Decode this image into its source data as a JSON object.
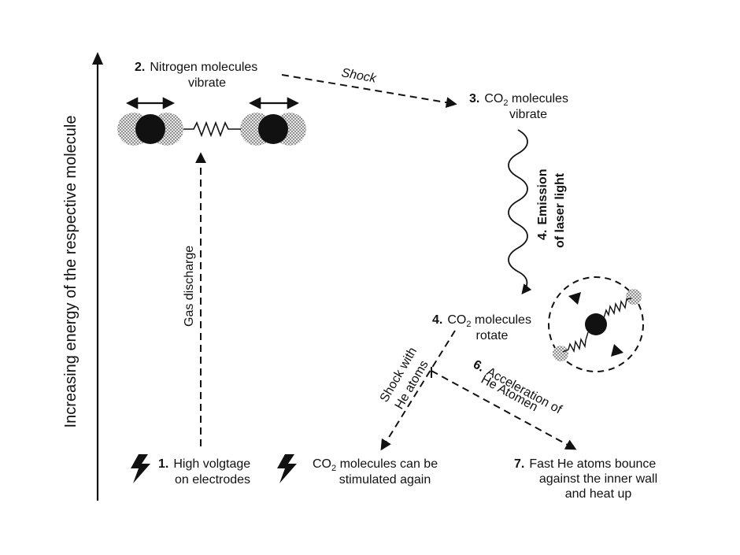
{
  "axis": {
    "y_label": "Increasing energy of the respective molecule"
  },
  "steps": {
    "s1": {
      "num": "1.",
      "line1": "High volgtage",
      "line2": "on electrodes"
    },
    "s2": {
      "num": "2.",
      "line1": "Nitrogen molecules",
      "line2": "vibrate"
    },
    "s3": {
      "num": "3.",
      "line1_pre": "CO",
      "line1_sub": "2",
      "line1_post": " molecules",
      "line2": "vibrate"
    },
    "s4": {
      "num": "4.",
      "line1_pre": "CO",
      "line1_sub": "2",
      "line1_post": " molecules",
      "line2": "rotate"
    },
    "s5": {
      "line1_pre": "CO",
      "line1_sub": "2",
      "line1_post": " molecules can be",
      "line2": "stimulated again"
    },
    "s7": {
      "num": "7.",
      "line1": "Fast He atoms bounce",
      "line2": "against the inner wall",
      "line3": "and heat up"
    }
  },
  "arrows": {
    "gas_discharge": "Gas discharge",
    "shock": "Shock",
    "emission_num": "4.",
    "emission_line1": "Emission",
    "emission_line2": "of laser light",
    "shock_he_line1": "Shock with",
    "shock_he_line2": "He atoms",
    "accel_num": "6.",
    "accel_line1": "Acceleration of",
    "accel_line2": "He Atomen"
  },
  "icons": [
    "lightning-bolt-icon",
    "lightning-bolt-icon",
    "nitrogen-molecule-icon",
    "rotating-co2-molecule-icon"
  ]
}
